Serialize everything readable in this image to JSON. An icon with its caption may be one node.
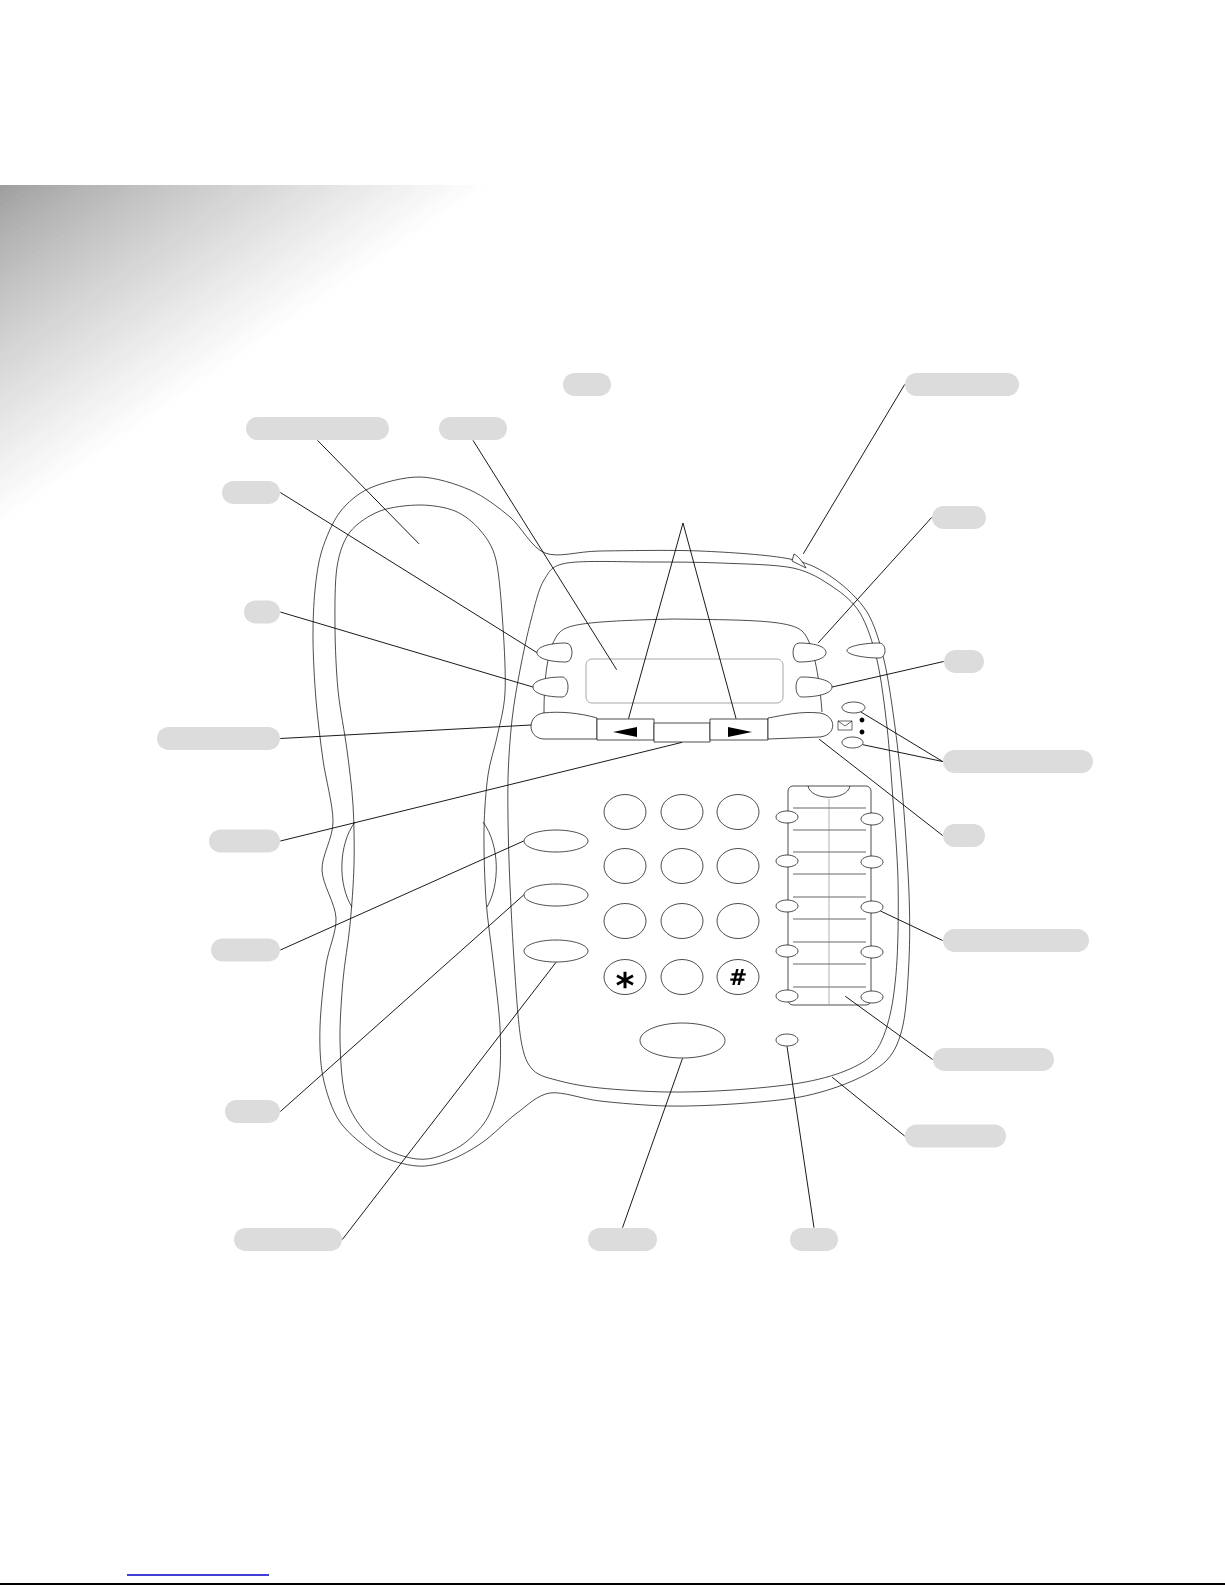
{
  "diagram": {
    "nodes": [
      {
        "text": [],
        "shape": "box"
      },
      {
        "text": [],
        "shape": "box"
      },
      {
        "text": [],
        "shape": "box"
      },
      {
        "text": [],
        "shape": "box"
      },
      {
        "text": [],
        "shape": "box"
      },
      {
        "text": [],
        "shape": "box"
      },
      {
        "text": [],
        "shape": "box"
      },
      {
        "text": [],
        "shape": "box"
      },
      {
        "text": [],
        "shape": "box"
      },
      {
        "text": [],
        "shape": "box"
      },
      {
        "text": [],
        "shape": "box"
      },
      {
        "text": [],
        "shape": "box"
      },
      {
        "text": [],
        "shape": "box"
      },
      {
        "text": [],
        "shape": "box"
      },
      {
        "text": [],
        "shape": "box"
      },
      {
        "text": [],
        "shape": "box"
      },
      {
        "text": [],
        "shape": "box"
      },
      {
        "text": [],
        "shape": "box"
      },
      {
        "text": [],
        "shape": "box"
      },
      {
        "text": [],
        "shape": "box"
      },
      {
        "text": [],
        "shape": "picture"
      },
      {
        "text": [],
        "shape": "triangle"
      },
      {
        "text": [],
        "shape": "picture"
      },
      {
        "text": [],
        "shape": "box",
        "in": 22
      },
      {
        "text": [],
        "shape": "oval",
        "in": 22
      },
      {
        "text": [],
        "shape": "oval",
        "in": 22
      },
      {
        "text": [],
        "shape": "oval",
        "in": 22
      },
      {
        "text": [],
        "shape": "oval",
        "in": 22
      },
      {
        "text": [],
        "shape": "oval",
        "in": 22
      },
      {
        "text": [],
        "shape": "box",
        "in": 22
      },
      {
        "text": [],
        "shape": "box",
        "in": 22
      },
      {
        "text": [],
        "shape": "box",
        "in": 22
      },
      {
        "text": [],
        "shape": "box",
        "in": 22
      },
      {
        "text": [],
        "shape": "box",
        "in": 22
      },
      {
        "text": [],
        "shape": "oval",
        "in": 22
      },
      {
        "text": [],
        "shape": "box",
        "in": 22
      },
      {
        "text": [],
        "shape": "oval",
        "in": 22
      },
      {
        "text": [],
        "shape": "oval",
        "in": 22
      },
      {
        "text": [],
        "shape": "oval",
        "in": 22
      },
      {
        "text": [],
        "shape": "oval",
        "in": 22
      },
      {
        "text": [],
        "shape": "oval",
        "in": 22
      },
      {
        "text": [],
        "shape": "oval",
        "in": 22
      }
    ],
    "edges": [
      {
        "from": 1,
        "to": 21,
        "arrow": "none"
      },
      {
        "from": 2,
        "to": 20,
        "arrow": "none"
      },
      {
        "from": 3,
        "to": 23,
        "arrow": "none"
      },
      {
        "from": 4,
        "to": 24,
        "arrow": "none"
      },
      {
        "from": 5,
        "to": 25,
        "arrow": "none"
      },
      {
        "from": 6,
        "to": 26,
        "arrow": "none"
      },
      {
        "from": 7,
        "to": 27,
        "arrow": "none"
      },
      {
        "from": 8,
        "to": 29,
        "arrow": "none"
      },
      {
        "from": 9,
        "to": 28,
        "arrow": "none"
      },
      {
        "from": 9,
        "to": 34,
        "arrow": "none"
      },
      {
        "from": 10,
        "to": 33,
        "arrow": "none"
      },
      {
        "from": 11,
        "to": 31,
        "arrow": "none"
      },
      {
        "from": 12,
        "to": 38,
        "arrow": "none"
      },
      {
        "from": 13,
        "to": 36,
        "arrow": "none"
      },
      {
        "from": 14,
        "to": 35,
        "arrow": "none"
      },
      {
        "from": 15,
        "to": 37,
        "arrow": "none"
      },
      {
        "from": 16,
        "to": 22,
        "arrow": "none"
      },
      {
        "from": 17,
        "to": 39,
        "arrow": "none"
      },
      {
        "from": 18,
        "to": 40,
        "arrow": "none"
      },
      {
        "from": 19,
        "to": 41,
        "arrow": "none"
      },
      {
        "from": null,
        "to": 30,
        "arrow": "none"
      },
      {
        "from": null,
        "to": 32,
        "arrow": "none"
      }
    ],
    "labels": [
      "*",
      "#"
    ]
  }
}
